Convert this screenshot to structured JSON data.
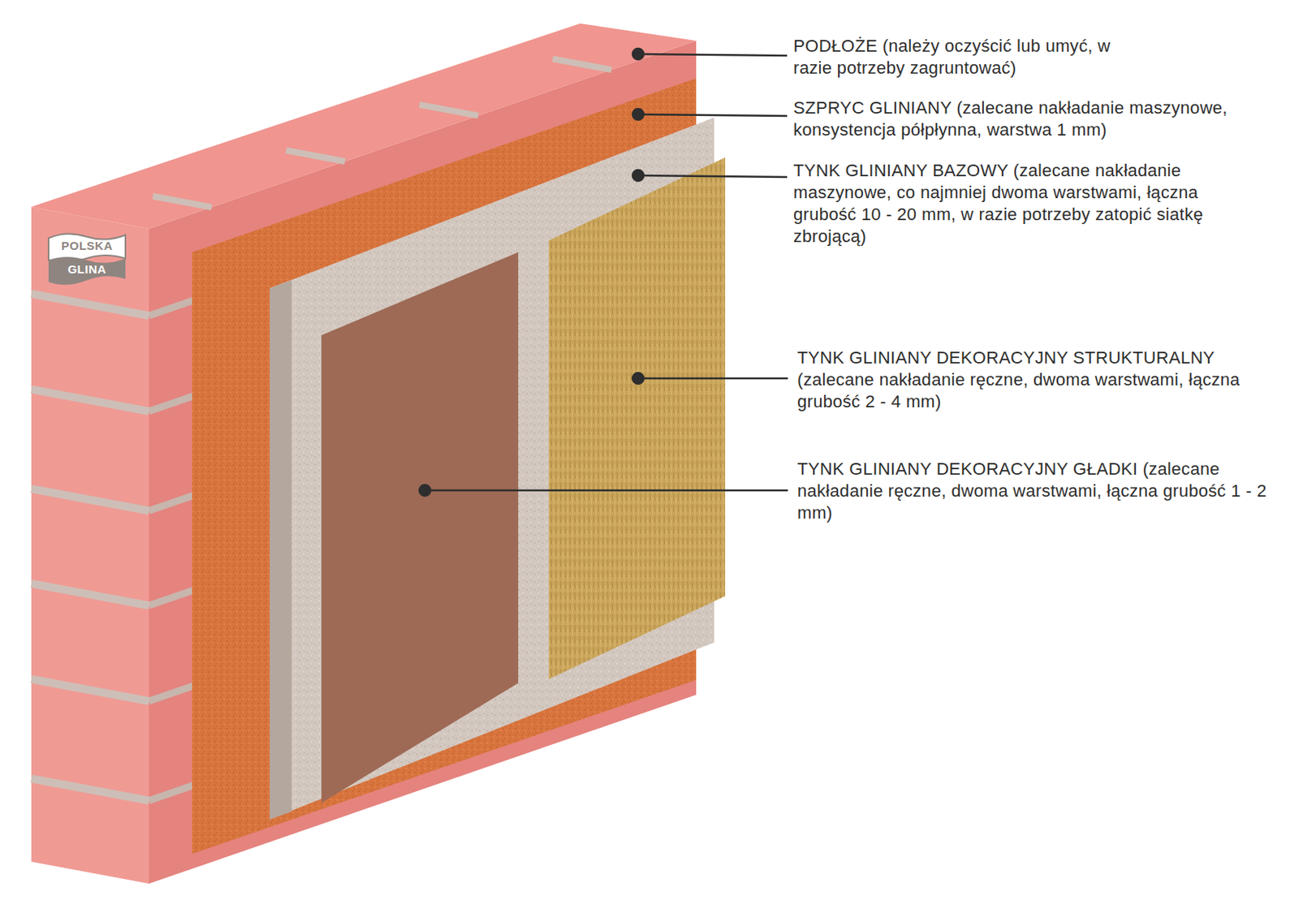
{
  "diagram": {
    "labels": [
      "PODŁOŻE (należy oczyścić lub umyć, w razie potrzeby zagruntować)",
      "SZPRYC GLINIANY (zalecane nakładanie maszynowe, konsystencja półpłynna, warstwa 1 mm)",
      "TYNK GLINIANY BAZOWY (zalecane nakładanie maszynowe, co najmniej dwoma warstwami, łączna grubość 10 - 20 mm, w razie potrzeby zatopić siatkę zbrojącą)",
      "TYNK GLINIANY DEKORACYJNY STRUKTURALNY (zalecane nakładanie ręczne, dwoma warstwami, łączna grubość 2 - 4 mm)",
      "TYNK GLINIANY DEKORACYJNY GŁADKI (zalecane nakładanie ręczne, dwoma warstwami, łączna grubość 1 - 2 mm)",
      "POLSKA",
      "GLINA"
    ]
  }
}
